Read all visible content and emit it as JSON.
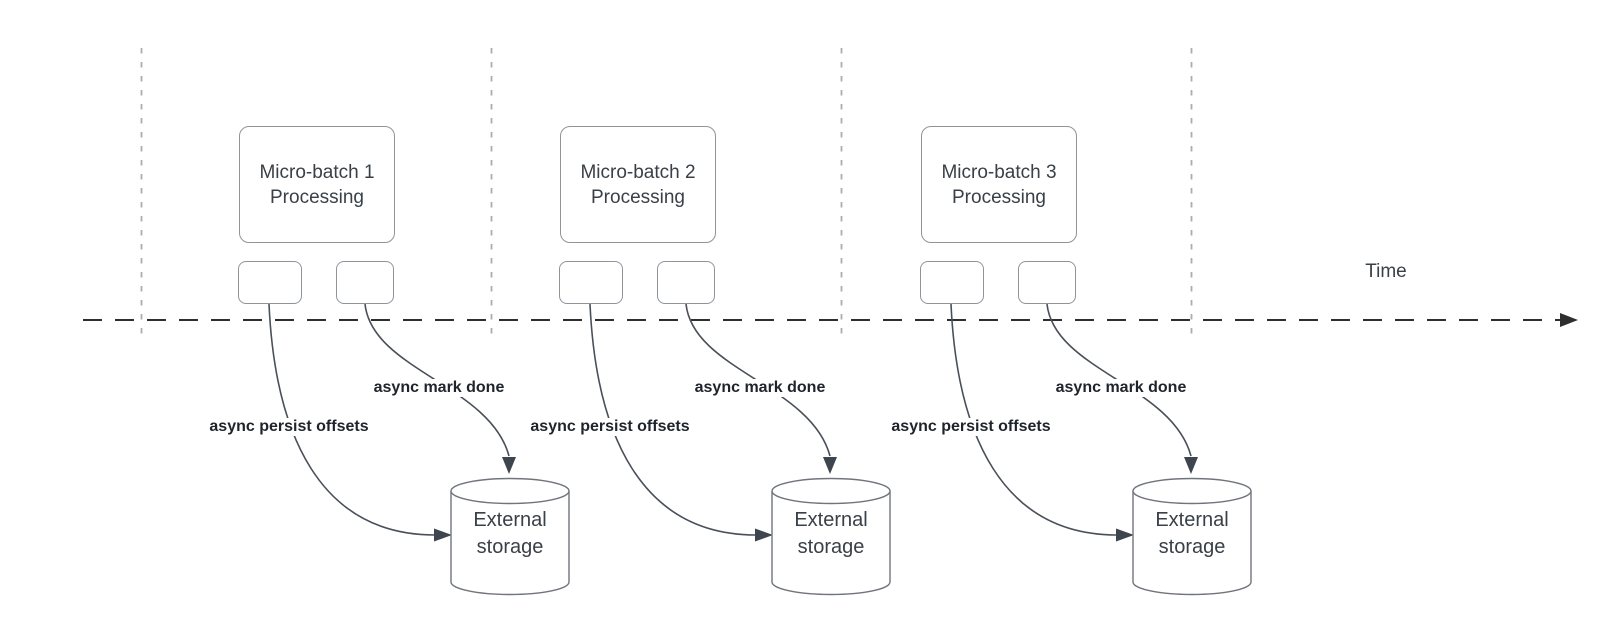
{
  "diagram": {
    "time_axis_label": "Time",
    "groups": [
      {
        "process_label": "Micro-batch 1 Processing",
        "persist_label": "async persist offsets",
        "mark_label": "async mark done",
        "storage_label": "External storage"
      },
      {
        "process_label": "Micro-batch 2 Processing",
        "persist_label": "async persist offsets",
        "mark_label": "async mark done",
        "storage_label": "External storage"
      },
      {
        "process_label": "Micro-batch 3 Processing",
        "persist_label": "async persist offsets",
        "mark_label": "async mark done",
        "storage_label": "External storage"
      }
    ],
    "colors": {
      "background": "#ffffff",
      "shape_stroke": "#8f949b",
      "cylinder_stroke": "#70757c",
      "edge_stroke": "#4a5059",
      "arrowhead_fill": "#3f454e",
      "timeline_stroke": "#2e2e2e",
      "guide_line_stroke": "#adadad",
      "shape_text": "#3a4047",
      "edge_label_text": "#1f242c"
    }
  }
}
